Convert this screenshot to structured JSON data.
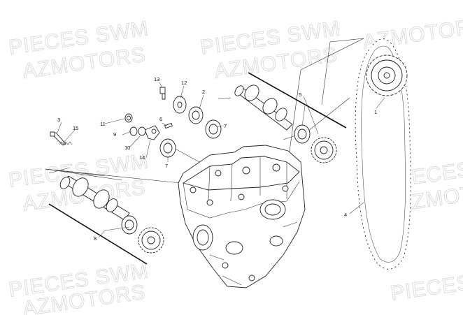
{
  "watermarks": [
    {
      "text": "PIECES SWM"
    },
    {
      "text": "AZMOTORS"
    },
    {
      "text": "PIECES SWM"
    },
    {
      "text": "AZMOTORS"
    },
    {
      "text": "PIECES SWM"
    },
    {
      "text": "AZMOTORS"
    },
    {
      "text": "PIECES SWM"
    },
    {
      "text": "AZMOTORS"
    },
    {
      "text": "PIECES SWM"
    },
    {
      "text": "AZMOTORS"
    },
    {
      "text": "PIECES SWM"
    },
    {
      "text": "AZMOTORS"
    }
  ],
  "callouts": {
    "c1": "1",
    "c2": "2",
    "c3": "3",
    "c4": "4",
    "c5": "5",
    "c6": "6",
    "c7a": "7",
    "c7b": "7",
    "c8": "8",
    "c9": "9",
    "c10": "10",
    "c11": "11",
    "c12": "12",
    "c13": "13",
    "c14": "14",
    "c15": "15"
  }
}
